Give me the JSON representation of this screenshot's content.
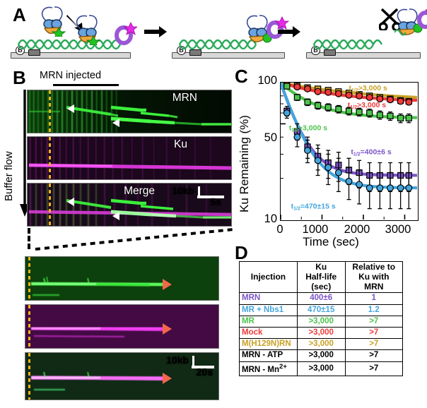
{
  "panels": {
    "a_letter": "A",
    "b_letter": "B",
    "c_letter": "C",
    "d_letter": "D"
  },
  "panelA": {
    "biotin_glyph": "B",
    "step_arrow": "→",
    "scissors_glyph": "✂",
    "description": "MRN complex loads onto DNA, translocates to Ku-bound end, then cleaves"
  },
  "panelB": {
    "injection_label": "MRN injected",
    "flow_label": "Buffer flow",
    "kymographs": [
      {
        "label": "MRN",
        "channel": "green"
      },
      {
        "label": "Ku",
        "channel": "magenta"
      },
      {
        "label": "Merge",
        "channel": "merge"
      }
    ],
    "scalebar_top": {
      "distance": "10kb",
      "time": "5s"
    },
    "scalebar_bottom": {
      "distance": "10kb",
      "time": "20s"
    },
    "zoom_kymographs": [
      {
        "channel": "green"
      },
      {
        "channel": "magenta"
      },
      {
        "channel": "merge"
      }
    ]
  },
  "chart_data": {
    "type": "line",
    "title": "",
    "xlabel": "Time (sec)",
    "ylabel": "Ku Remaining (%)",
    "xlim": [
      0,
      3300
    ],
    "ylim": [
      10,
      100
    ],
    "yscale": "log",
    "xticks": [
      0,
      1000,
      2000,
      3000
    ],
    "xticklabels": [
      "0",
      "1000",
      "2000",
      "3000"
    ],
    "yticks": [
      10,
      50,
      100
    ],
    "yticklabels": [
      "10",
      "50",
      "100"
    ],
    "grid": false,
    "legend_position": "inline-annotations",
    "series": [
      {
        "name": "M(H129N)RN",
        "color": "#c9a227",
        "marker": "square",
        "fit_label": "t₁₂>3,000 s",
        "half_life": ">3,000",
        "x": [
          150,
          400,
          650,
          900,
          1150,
          1400,
          1650,
          1900,
          2150,
          2400,
          2650,
          2900,
          3100
        ],
        "y": [
          97,
          95,
          92,
          90,
          88,
          86,
          84,
          82,
          80,
          78,
          76,
          74,
          73
        ],
        "yerr": [
          3,
          3,
          3,
          3,
          3,
          3,
          3,
          3,
          3,
          3,
          3,
          3,
          3
        ]
      },
      {
        "name": "Mock",
        "color": "#ef3a3a",
        "marker": "circle",
        "fit_label": "t₁₂>3,000 s",
        "half_life": ">3,000",
        "x": [
          150,
          400,
          650,
          900,
          1150,
          1400,
          1650,
          1900,
          2150,
          2400,
          2650,
          2900,
          3100
        ],
        "y": [
          96,
          93,
          90,
          86,
          85,
          83,
          81,
          80,
          78,
          76,
          75,
          73,
          72
        ],
        "yerr": [
          3,
          3,
          3,
          3,
          3,
          3,
          3,
          3,
          3,
          3,
          3,
          3,
          3
        ]
      },
      {
        "name": "MR",
        "color": "#4cc44c",
        "marker": "square",
        "fit_label": "t₁₂>3,000 s",
        "half_life": ">3,000",
        "x": [
          150,
          400,
          650,
          900,
          1150,
          1400,
          1650,
          1900,
          2150,
          2400,
          2650,
          2900,
          3100
        ],
        "y": [
          94,
          78,
          72,
          68,
          66,
          64,
          62,
          61,
          60,
          58,
          57,
          55,
          55
        ],
        "yerr": [
          4,
          4,
          4,
          4,
          4,
          4,
          4,
          4,
          4,
          4,
          4,
          4,
          4
        ]
      },
      {
        "name": "MRN",
        "color": "#7b55c9",
        "marker": "square",
        "fit_label": "t₁₂=400±6 s",
        "half_life": "400±6",
        "x": [
          150,
          400,
          650,
          900,
          1150,
          1400,
          1650,
          1900,
          2150,
          2400,
          2650,
          2900,
          3100
        ],
        "y": [
          62,
          44,
          34,
          29,
          26,
          25,
          23,
          22,
          21,
          21,
          21,
          21,
          21
        ],
        "yerr": [
          5,
          6,
          6,
          6,
          6,
          6,
          5,
          5,
          5,
          5,
          5,
          5,
          5
        ]
      },
      {
        "name": "MR + Nbs1",
        "color": "#44a5dd",
        "marker": "circle",
        "fit_label": "t₁₂=470±15 s",
        "half_life": "470±15",
        "x": [
          150,
          400,
          650,
          900,
          1150,
          1400,
          1650,
          1900,
          2150,
          2400,
          2650,
          2900,
          3100
        ],
        "y": [
          60,
          40,
          32,
          27,
          24,
          22,
          19,
          18,
          17,
          17,
          17,
          17,
          17
        ],
        "yerr": [
          5,
          6,
          6,
          6,
          6,
          6,
          5,
          5,
          5,
          5,
          5,
          5,
          5
        ]
      }
    ],
    "annotations": [
      {
        "text": "t₁₂>3,000 s",
        "color": "#c9a227",
        "x": 1650,
        "y": 88
      },
      {
        "text": "t₁₂>3,000 s",
        "color": "#ef3a3a",
        "x": 1620,
        "y": 66
      },
      {
        "text": "t₁₂>3,000 s",
        "color": "#4cc44c",
        "x": 200,
        "y": 45
      },
      {
        "text": "t₁₂=400±6 s",
        "color": "#7b55c9",
        "x": 1700,
        "y": 30
      },
      {
        "text": "t₁₂=470±15 s",
        "color": "#44a5dd",
        "x": 250,
        "y": 12
      }
    ]
  },
  "panelD": {
    "columns": [
      "Injection",
      "Ku\nHalf-life\n(sec)",
      "Relative to\nKu with\nMRN"
    ],
    "col1_header": "Injection",
    "col2_header_lines": [
      "Ku",
      "Half-life",
      "(sec)"
    ],
    "col3_header_lines": [
      "Relative to",
      "Ku with",
      "MRN"
    ],
    "rows": [
      {
        "injection": "MRN",
        "halflife": "400±6",
        "relative": "1",
        "color": "#7b55c9",
        "html": false
      },
      {
        "injection": "MR + Nbs1",
        "halflife": "470±15",
        "relative": "1.2",
        "color": "#44a5dd",
        "html": false
      },
      {
        "injection": "MR",
        "halflife": ">3,000",
        "relative": ">7",
        "color": "#4cc44c",
        "html": false
      },
      {
        "injection": "Mock",
        "halflife": ">3,000",
        "relative": ">7",
        "color": "#ef3a3a",
        "html": false
      },
      {
        "injection": "M(H129N)RN",
        "halflife": ">3,000",
        "relative": ">7",
        "color": "#c9a227",
        "html": false
      },
      {
        "injection": "MRN - ATP",
        "halflife": ">3,000",
        "relative": ">7",
        "color": "#000000",
        "html": false
      },
      {
        "injection": "MRN - Mn2+",
        "halflife": ">3,000",
        "relative": ">7",
        "color": "#000000",
        "html": true,
        "injection_html": "MRN - Mn<sup>2+</sup>"
      }
    ]
  },
  "colors": {
    "mrn_purple": "#7b55c9",
    "mr_nbs1_blue": "#44a5dd",
    "mr_green": "#4cc44c",
    "mock_red": "#ef3a3a",
    "mutant_olive": "#c9a227",
    "dna_green": "#2aa95a",
    "ku_magenta": "#c837c8",
    "dashed_orange": "#f5b316",
    "arrowhead_red": "#f2674a"
  }
}
